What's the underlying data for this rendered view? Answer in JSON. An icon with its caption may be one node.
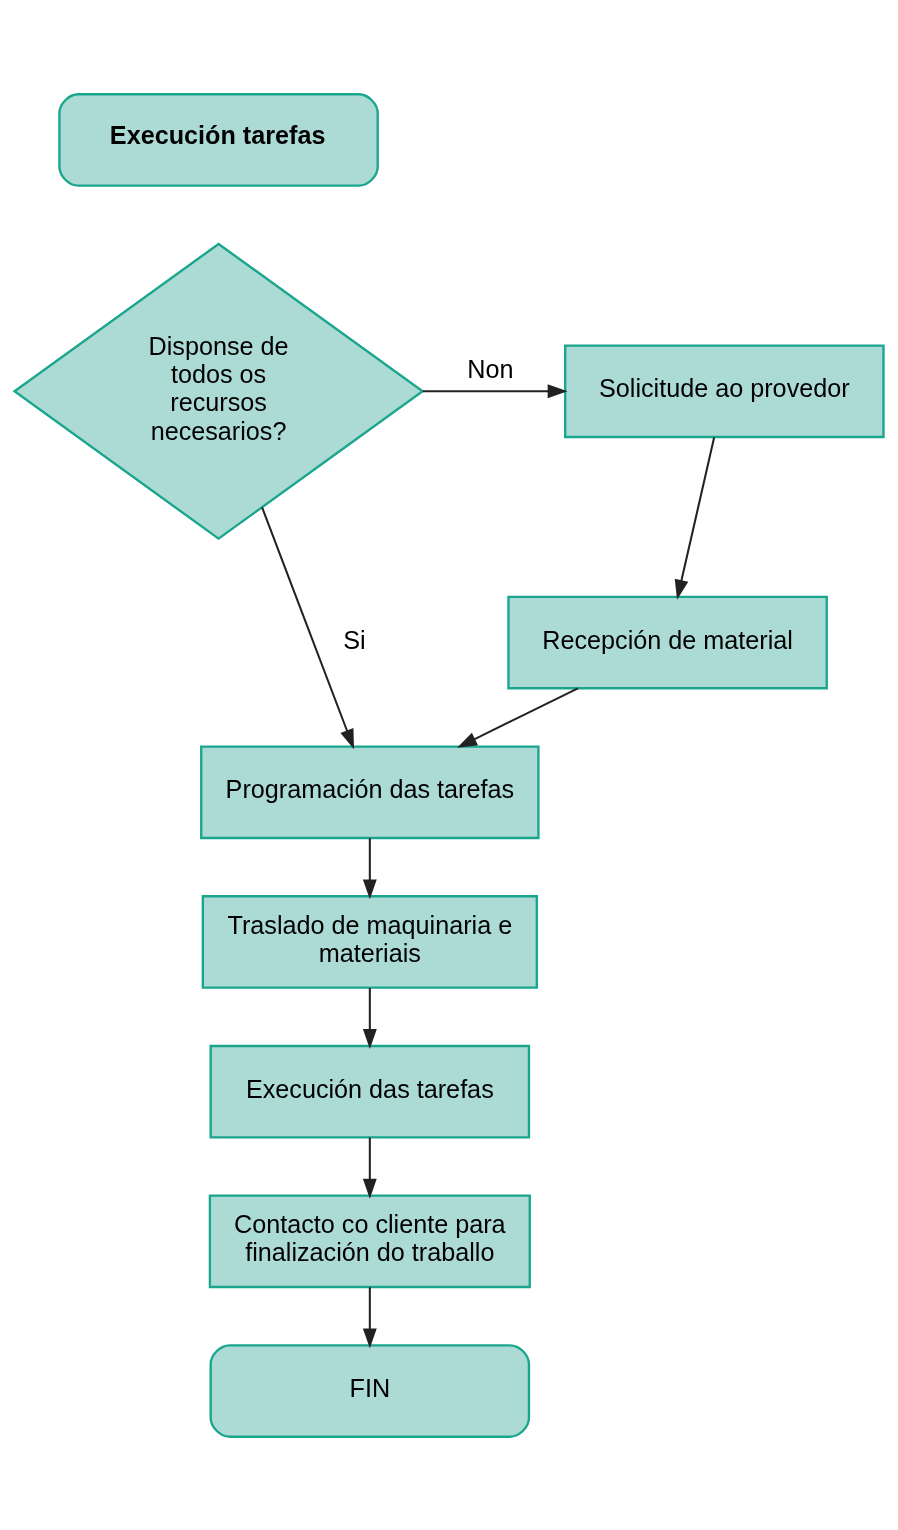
{
  "diagram": {
    "nodes": [
      {
        "text": [
          "Execución tarefas"
        ]
      },
      {
        "text": [
          "Disponse de todos os recursos necesarios?"
        ]
      },
      {
        "text": [
          "Solicitude ao provedor"
        ]
      },
      {
        "text": [
          "Recepción de material"
        ]
      },
      {
        "text": [
          "Programación das tarefas"
        ]
      },
      {
        "text": [
          "Traslado de maquinaria e materiais"
        ]
      },
      {
        "text": [
          "Execución das tarefas"
        ]
      },
      {
        "text": [
          "Contacto co cliente para finalización do traballo"
        ]
      },
      {
        "text": [
          "FIN"
        ]
      }
    ],
    "edges": [
      {
        "from": 1,
        "to": 2,
        "arrow": "to",
        "label": "Non"
      },
      {
        "from": 2,
        "to": 3,
        "arrow": "to"
      },
      {
        "from": 3,
        "to": 4,
        "arrow": "to"
      },
      {
        "from": 1,
        "to": 4,
        "arrow": "to",
        "label": "Si"
      },
      {
        "from": 4,
        "to": 5,
        "arrow": "to"
      },
      {
        "from": 5,
        "to": 6,
        "arrow": "to"
      },
      {
        "from": 6,
        "to": 7,
        "arrow": "to"
      },
      {
        "from": 7,
        "to": 8,
        "arrow": "to"
      }
    ]
  }
}
